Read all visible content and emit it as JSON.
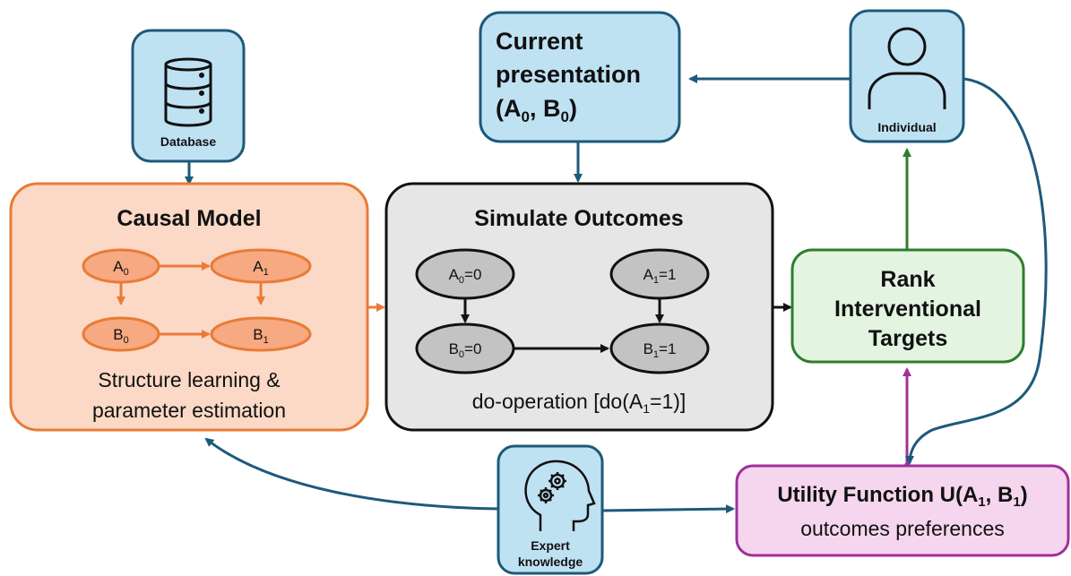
{
  "database": {
    "label": "Database",
    "icon": "database-icon"
  },
  "presentation": {
    "line1": "Current",
    "line2": "presentation",
    "line3_open": "(A",
    "sub0": "0",
    "line3_mid": ", B",
    "line3_close": ")"
  },
  "individual": {
    "label": "Individual",
    "icon": "person-icon"
  },
  "causal_model": {
    "title": "Causal Model",
    "nodes": {
      "a0": "A",
      "a1": "A",
      "b0": "B",
      "b1": "B",
      "s0": "0",
      "s1": "1"
    },
    "caption1": "Structure learning &",
    "caption2": "parameter estimation"
  },
  "simulate": {
    "title": "Simulate Outcomes",
    "nodes": {
      "a0_base": "A",
      "a0_sub": "0",
      "a0_val": "=0",
      "a1_base": "A",
      "a1_sub": "1",
      "a1_val": "=1",
      "b0_base": "B",
      "b0_sub": "0",
      "b0_val": "=0",
      "b1_base": "B",
      "b1_sub": "1",
      "b1_val": "=1"
    },
    "caption_pre": "do-operation [do(A",
    "caption_sub": "1",
    "caption_post": "=1)]"
  },
  "rank": {
    "line1": "Rank",
    "line2": "Interventional",
    "line3": "Targets"
  },
  "expert": {
    "line1": "Expert",
    "line2": "knowledge",
    "icon": "head-gears-icon"
  },
  "utility": {
    "title_pre": "Utility Function U(A",
    "sub1": "1",
    "title_mid": ", B",
    "title_close": ")",
    "caption": "outcomes preferences"
  },
  "colors": {
    "blue_fill": "#bfe2f3",
    "blue_stroke": "#1c5a7a",
    "orange_fill": "#fbd9c6",
    "orange_stroke": "#e97b37",
    "gray_fill": "#e6e6e6",
    "green_fill": "#e3f5e1",
    "green_stroke": "#2f7d2f",
    "pink_fill": "#f5d6ee",
    "pink_stroke": "#a0309a"
  }
}
